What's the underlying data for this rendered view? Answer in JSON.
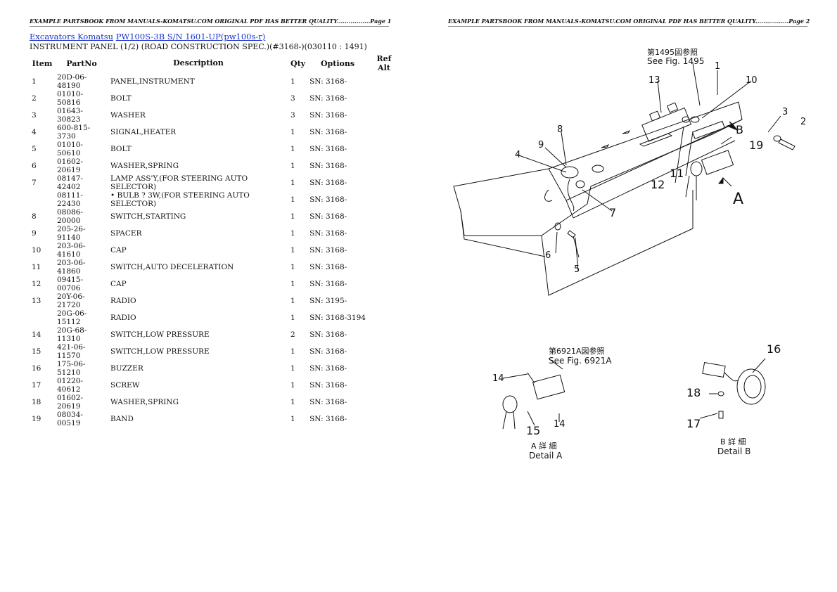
{
  "header": {
    "page1": "EXAMPLE PARTSBOOK FROM MANUALS-KOMATSU.COM ORIGINAL PDF HAS BETTER QUALITY.................Page 1",
    "page2": "EXAMPLE PARTSBOOK FROM MANUALS-KOMATSU.COM ORIGINAL PDF HAS BETTER QUALITY.................Page 2"
  },
  "breadcrumb": {
    "link1": "Excavators Komatsu",
    "link2": "PW100S-3B S/N 1601-UP(pw100s-r)"
  },
  "subtitle": "INSTRUMENT PANEL (1/2) (ROAD CONSTRUCTION SPEC.)(#3168-)(030110 : 1491)",
  "table": {
    "headers": {
      "item": "Item",
      "partno": "PartNo",
      "desc": "Description",
      "qty": "Qty",
      "options": "Options",
      "refalt": "Ref Alt"
    },
    "rows": [
      {
        "item": "1",
        "partno": "20D-06-48190",
        "desc": "PANEL,INSTRUMENT",
        "qty": "1",
        "options": "SN: 3168-"
      },
      {
        "item": "2",
        "partno": "01010-50816",
        "desc": "BOLT",
        "qty": "3",
        "options": "SN: 3168-"
      },
      {
        "item": "3",
        "partno": "01643-30823",
        "desc": "WASHER",
        "qty": "3",
        "options": "SN: 3168-"
      },
      {
        "item": "4",
        "partno": "600-815-3730",
        "desc": "SIGNAL,HEATER",
        "qty": "1",
        "options": "SN: 3168-"
      },
      {
        "item": "5",
        "partno": "01010-50610",
        "desc": "BOLT",
        "qty": "1",
        "options": "SN: 3168-"
      },
      {
        "item": "6",
        "partno": "01602-20619",
        "desc": "WASHER,SPRING",
        "qty": "1",
        "options": "SN: 3168-"
      },
      {
        "item": "7",
        "partno": "08147-42402",
        "desc": "LAMP ASS'Y,(FOR STEERING AUTO SELECTOR)",
        "qty": "1",
        "options": "SN: 3168-"
      },
      {
        "item": "",
        "partno": "08111-22430",
        "desc": "• BULB ? 3W,(FOR STEERING AUTO SELECTOR)",
        "qty": "1",
        "options": "SN: 3168-"
      },
      {
        "item": "8",
        "partno": "08086-20000",
        "desc": "SWITCH,STARTING",
        "qty": "1",
        "options": "SN: 3168-"
      },
      {
        "item": "9",
        "partno": "205-26-91140",
        "desc": "SPACER",
        "qty": "1",
        "options": "SN: 3168-"
      },
      {
        "item": "10",
        "partno": "203-06-41610",
        "desc": "CAP",
        "qty": "1",
        "options": "SN: 3168-"
      },
      {
        "item": "11",
        "partno": "203-06-41860",
        "desc": "SWITCH,AUTO DECELERATION",
        "qty": "1",
        "options": "SN: 3168-"
      },
      {
        "item": "12",
        "partno": "09415-00706",
        "desc": "CAP",
        "qty": "1",
        "options": "SN: 3168-"
      },
      {
        "item": "13",
        "partno": "20Y-06-21720",
        "desc": "RADIO",
        "qty": "1",
        "options": "SN: 3195-"
      },
      {
        "item": "",
        "partno": "20G-06-15112",
        "desc": "RADIO",
        "qty": "1",
        "options": "SN: 3168-3194"
      },
      {
        "item": "14",
        "partno": "20G-68-11310",
        "desc": "SWITCH,LOW PRESSURE",
        "qty": "2",
        "options": "SN: 3168-"
      },
      {
        "item": "15",
        "partno": "421-06-11570",
        "desc": "SWITCH,LOW PRESSURE",
        "qty": "1",
        "options": "SN: 3168-"
      },
      {
        "item": "16",
        "partno": "175-06-51210",
        "desc": "BUZZER",
        "qty": "1",
        "options": "SN: 3168-"
      },
      {
        "item": "17",
        "partno": "01220-40612",
        "desc": "SCREW",
        "qty": "1",
        "options": "SN: 3168-"
      },
      {
        "item": "18",
        "partno": "01602-20619",
        "desc": "WASHER,SPRING",
        "qty": "1",
        "options": "SN: 3168-"
      },
      {
        "item": "19",
        "partno": "08034-00519",
        "desc": "BAND",
        "qty": "1",
        "options": "SN: 3168-"
      }
    ]
  },
  "diagram": {
    "ref_top_jp": "第1495図参照",
    "ref_top": "See Fig. 1495",
    "ref_a_jp": "第6921A図参照",
    "ref_a": "See Fig. 6921A",
    "detail_a_jp": "A 詳 細",
    "detail_a": "Detail A",
    "detail_b_jp": "B 詳 細",
    "detail_b": "Detail B",
    "arrow_a": "A",
    "arrow_b": "B",
    "callouts": {
      "c1": "1",
      "c2": "2",
      "c3": "3",
      "c4": "4",
      "c5": "5",
      "c6": "6",
      "c7": "7",
      "c8": "8",
      "c9": "9",
      "c10": "10",
      "c11": "11",
      "c12": "12",
      "c13": "13",
      "c14a": "14",
      "c14b": "14",
      "c15": "15",
      "c16": "16",
      "c17": "17",
      "c18": "18",
      "c19": "19"
    }
  }
}
